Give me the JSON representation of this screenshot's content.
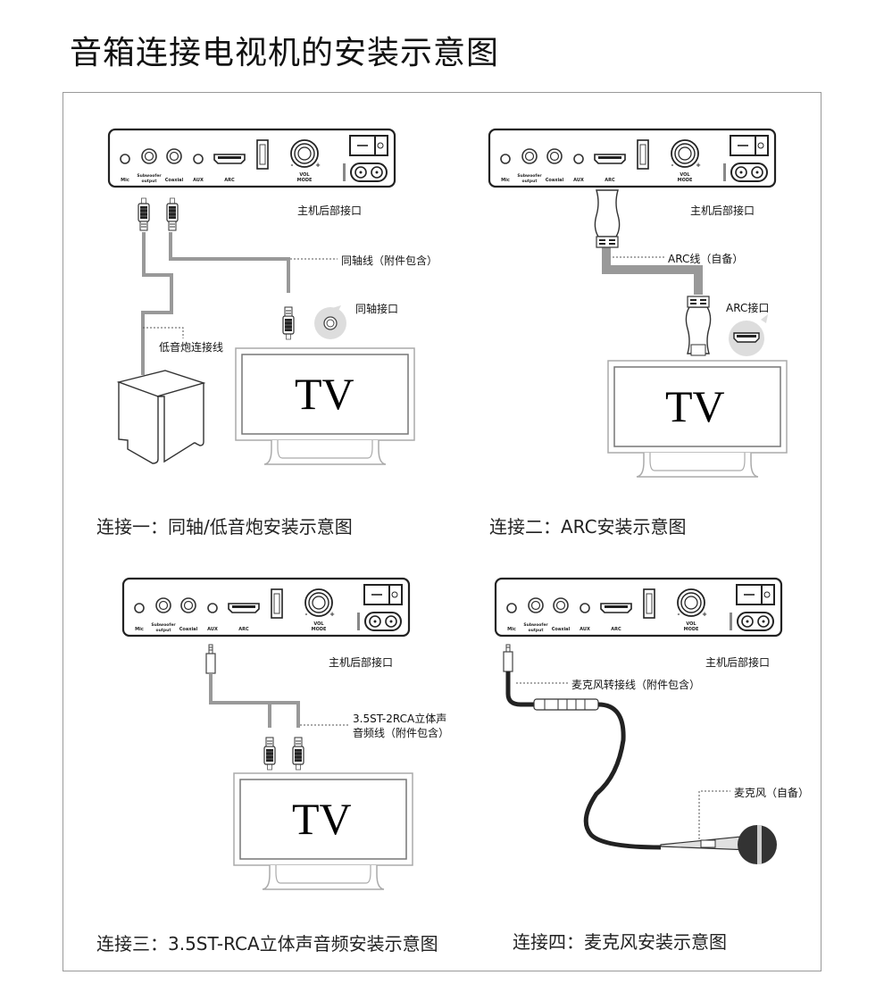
{
  "title": "音箱连接电视机的安装示意图",
  "panel_ports": {
    "mic": "Mic",
    "subwoofer_1": "Subwoofer",
    "subwoofer_2": "output",
    "coaxial": "Coaxial",
    "aux": "AUX",
    "arc": "ARC",
    "usb": "⇌",
    "vol_1": "VOL",
    "vol_2": "MODE",
    "minus": "-",
    "plus": "+"
  },
  "panels": [
    {
      "caption": "连接一：同轴/低音炮安装示意图",
      "host_label": "主机后部接口",
      "labels": [
        "同轴线（附件包含）",
        "同轴接口",
        "低音炮连接线"
      ],
      "tv": "TV"
    },
    {
      "caption": "连接二：ARC安装示意图",
      "host_label": "主机后部接口",
      "labels": [
        "ARC线（自备）",
        "ARC接口"
      ],
      "tv": "TV"
    },
    {
      "caption": "连接三：3.5ST-RCA立体声音频安装示意图",
      "host_label": "主机后部接口",
      "labels": [
        "3.5ST-2RCA立体声",
        "音频线（附件包含）"
      ],
      "tv": "TV"
    },
    {
      "caption": "连接四：麦克风安装示意图",
      "host_label": "主机后部接口",
      "labels": [
        "麦克风转接线（附件包含）",
        "麦克风（自备）"
      ]
    }
  ]
}
